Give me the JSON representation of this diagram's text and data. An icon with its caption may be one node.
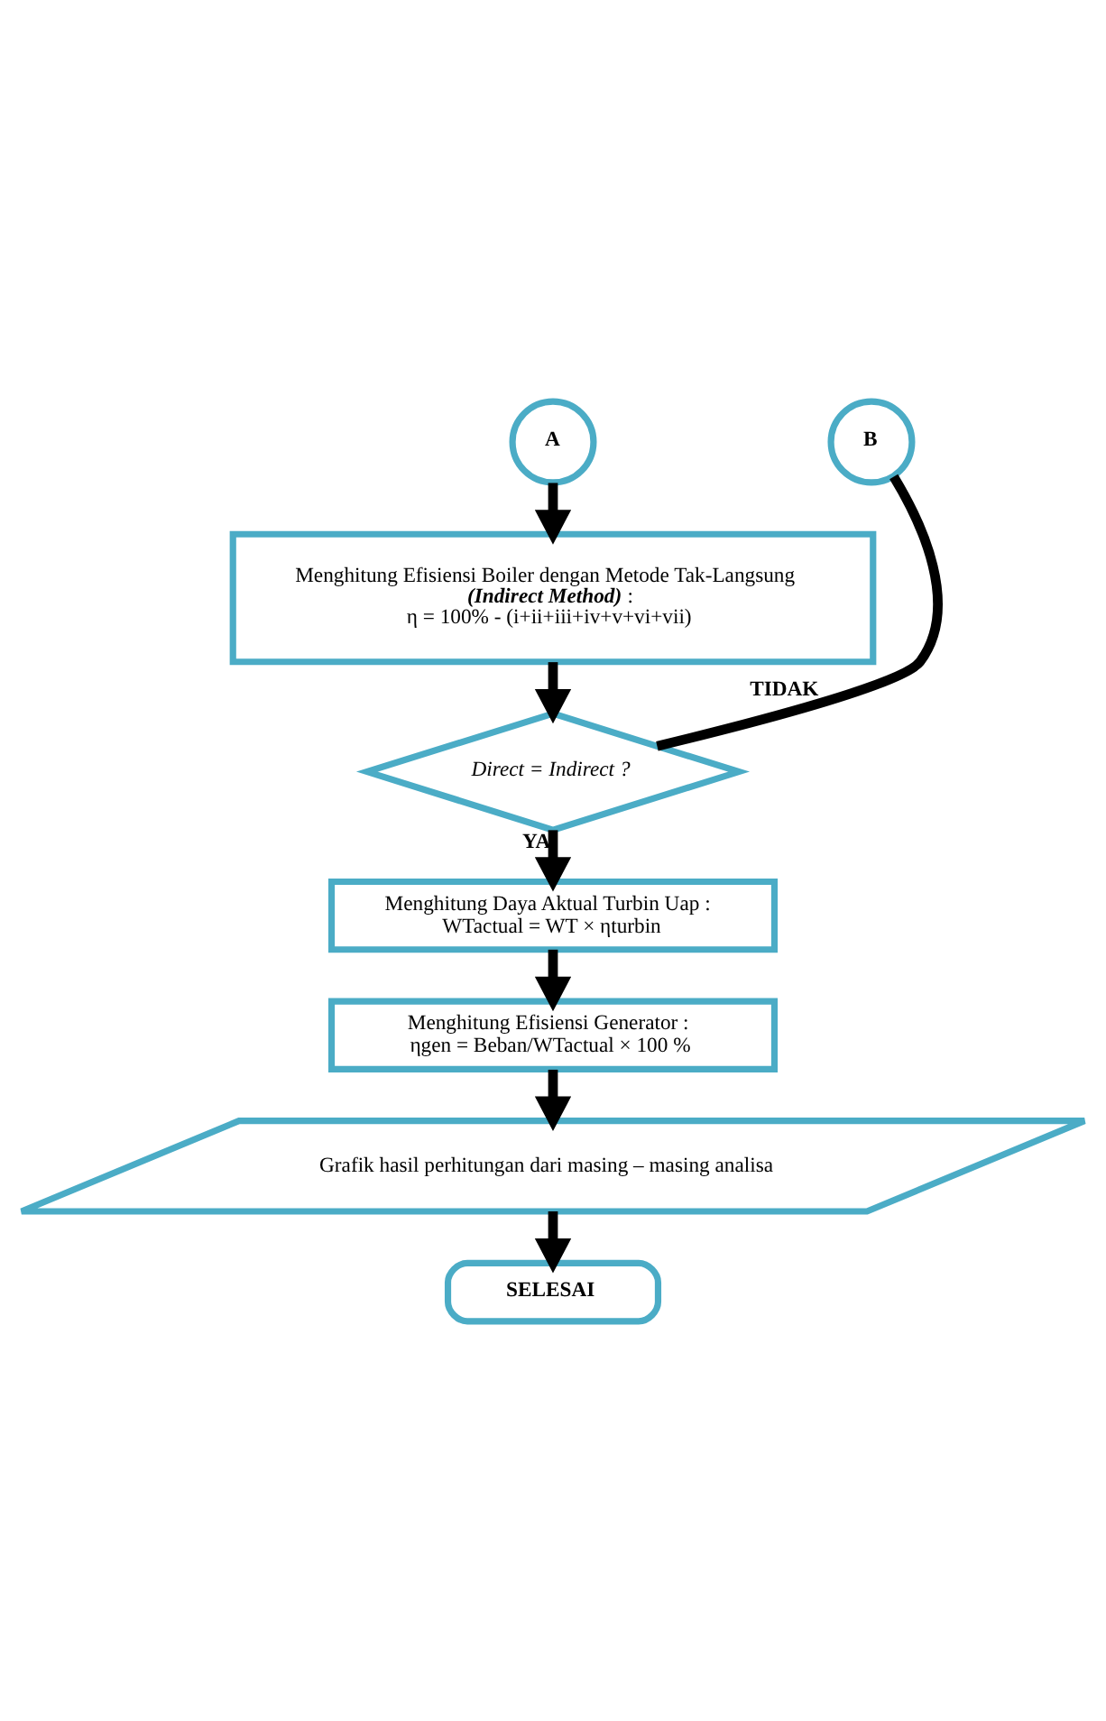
{
  "diagram": {
    "nodes": [
      {
        "text": [
          "A"
        ]
      },
      {
        "text": [
          "B"
        ]
      },
      {
        "text": [
          "Menghitung Efisiensi Boiler dengan Metode Tak-Langsung **(Indirect Method)** :",
          "η = 100% - (i+ii+iii+iv+v+vi+vii)"
        ]
      },
      {
        "text": [
          "Direct = Indirect ?"
        ]
      },
      {
        "text": [
          "Menghitung Daya Aktual Turbin Uap :",
          "WTactual = WT × ηturbin"
        ]
      },
      {
        "text": [
          "Menghitung Efisiensi Generator :",
          "ηgen = Beban/WTactual × 100 %"
        ]
      },
      {
        "text": [
          "Grafik hasil perhitungan dari masing – masing analisa"
        ]
      },
      {
        "text": [
          "SELESAI"
        ]
      }
    ],
    "edges": [
      {
        "from": 0,
        "to": 2,
        "arrow": "to"
      },
      {
        "from": 2,
        "to": 3,
        "arrow": "to"
      },
      {
        "from": 3,
        "to": 1,
        "arrow": "none",
        "label": "TIDAK"
      },
      {
        "from": 3,
        "to": 4,
        "arrow": "to",
        "label": "YA"
      },
      {
        "from": 4,
        "to": 5,
        "arrow": "to"
      },
      {
        "from": 5,
        "to": 6,
        "arrow": "to"
      },
      {
        "from": 6,
        "to": 7,
        "arrow": "to"
      }
    ]
  }
}
